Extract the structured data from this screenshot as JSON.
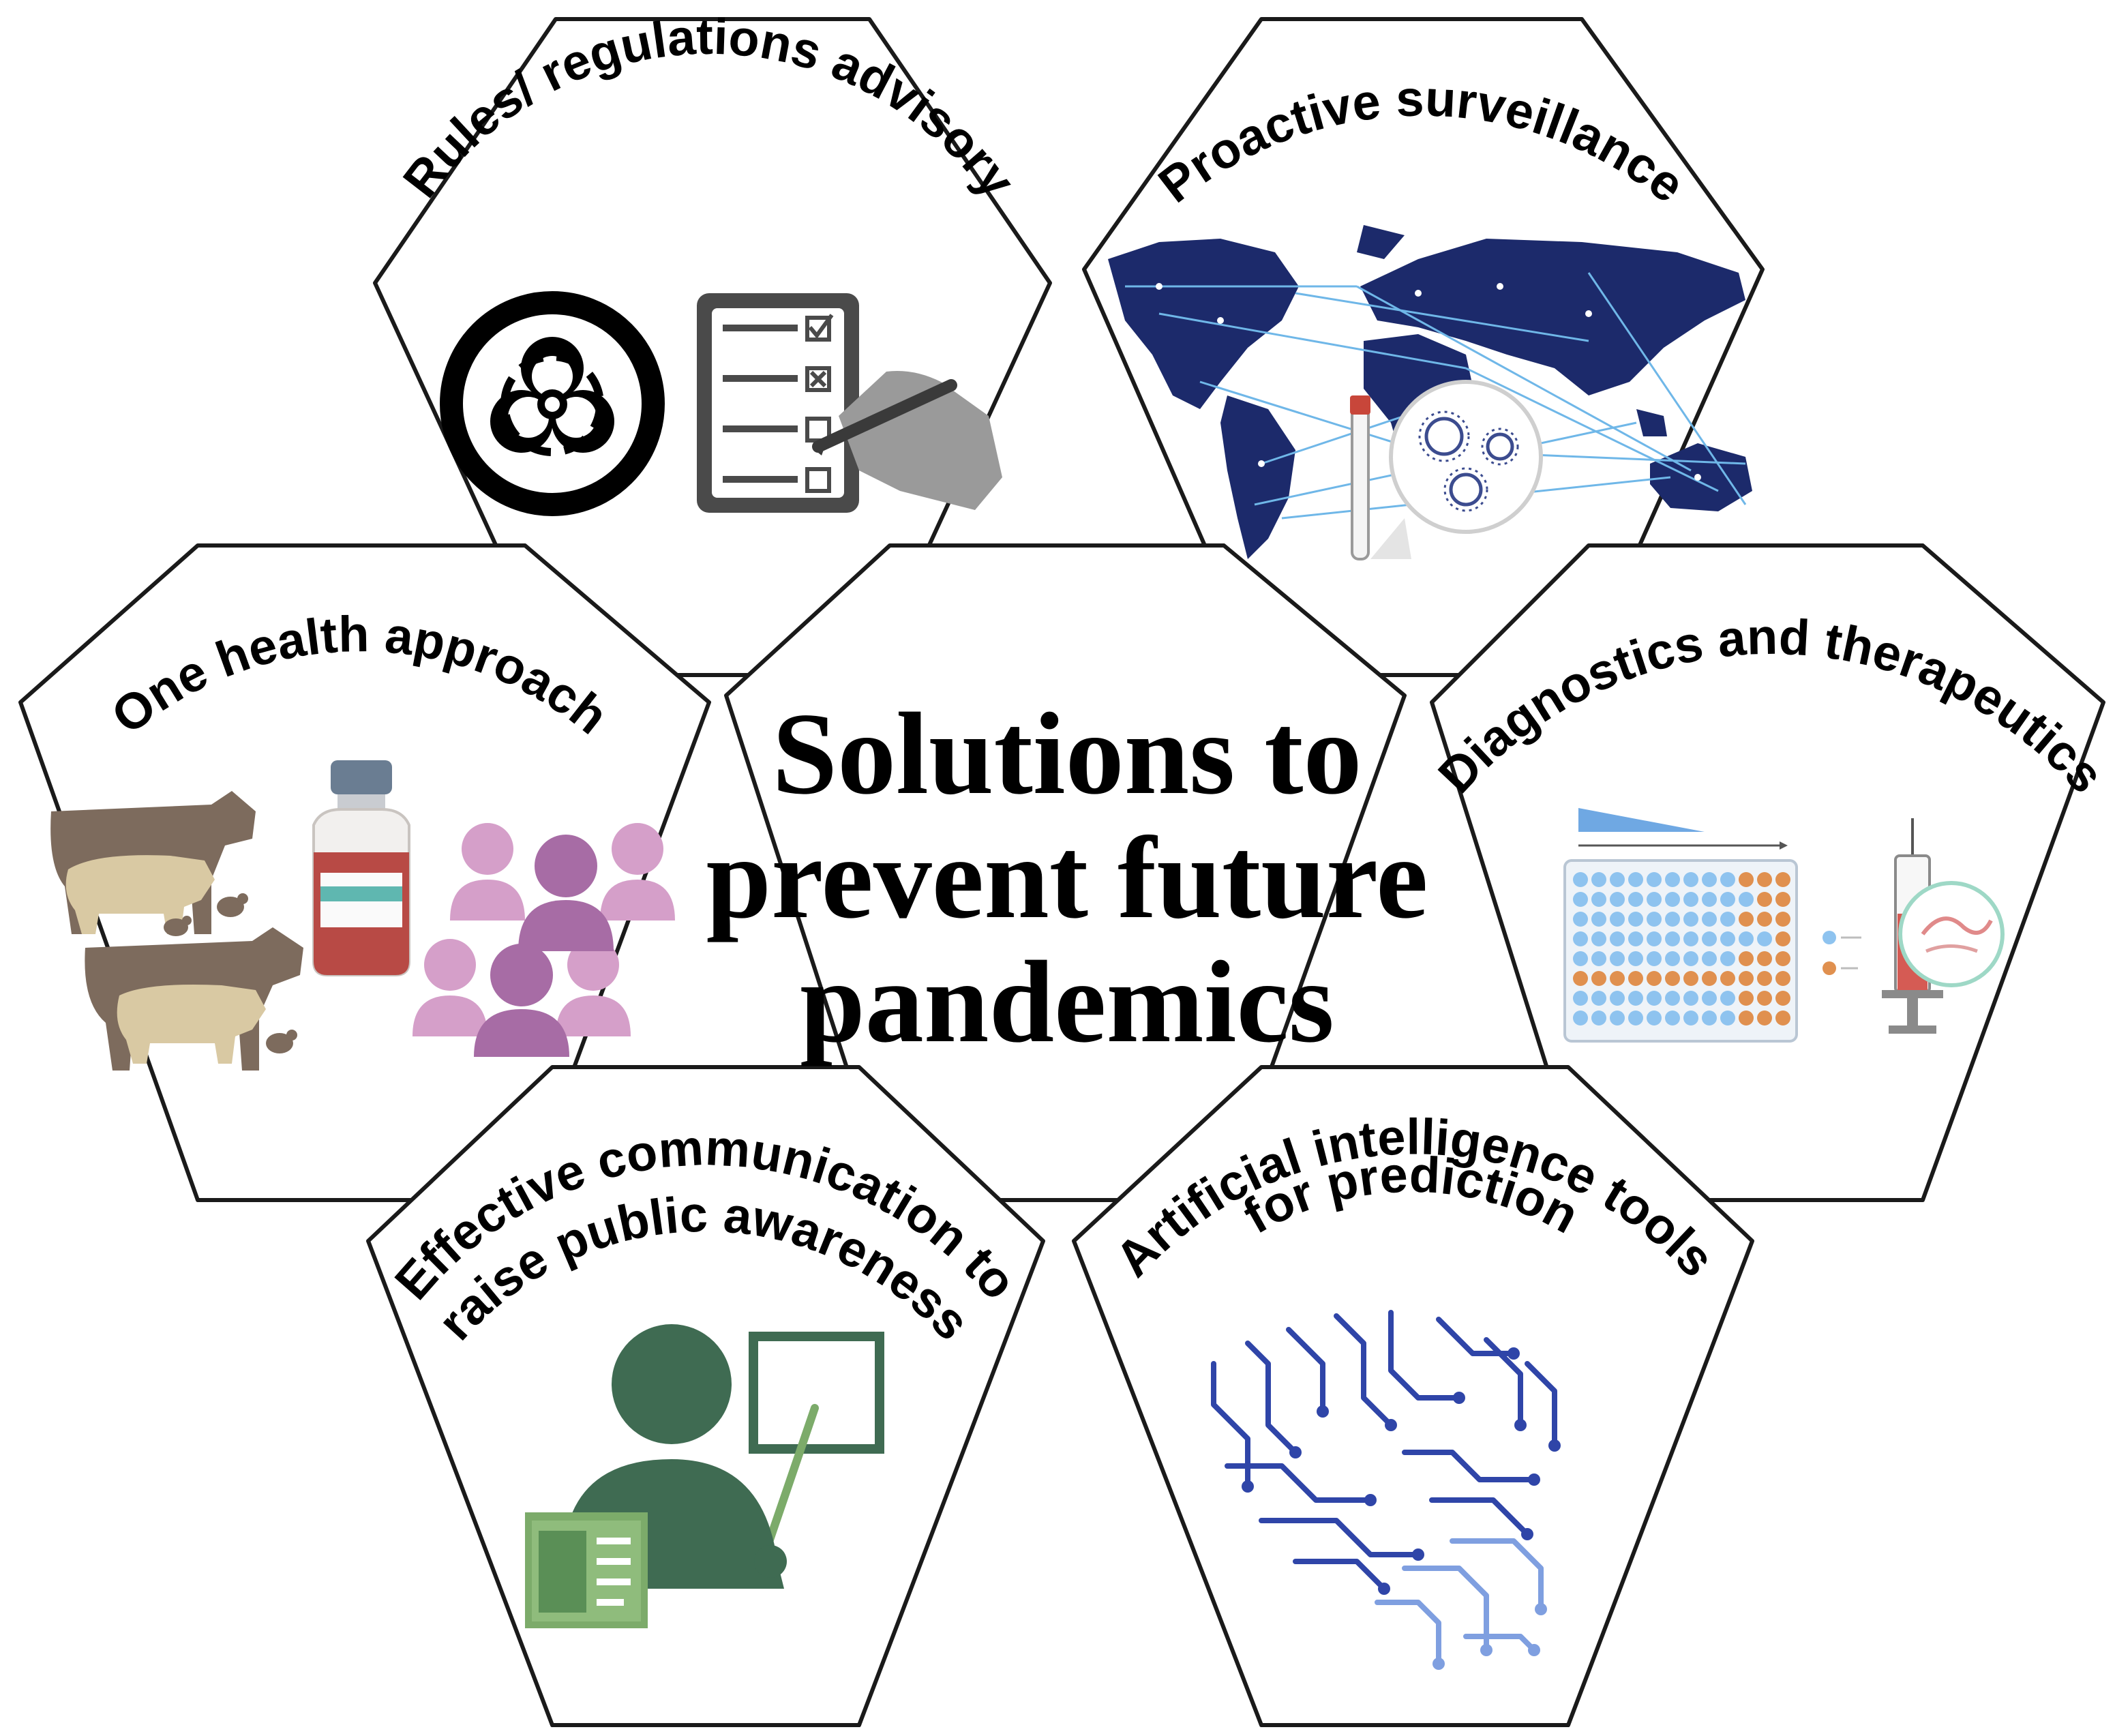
{
  "center": {
    "lines": [
      "Solutions to",
      "prevent future",
      "pandemics"
    ]
  },
  "panels": {
    "rules": {
      "title": "Rules/ regulations advisory",
      "icons": [
        "biohazard-icon",
        "checklist-icon",
        "writing-hand-icon"
      ]
    },
    "surveillance": {
      "title": "Proactive surveillance",
      "icons": [
        "world-network-map-icon",
        "test-tube-icon",
        "virus-magnifier-icon"
      ]
    },
    "one_health": {
      "title": "One health approach",
      "icons": [
        "cow-icon",
        "pig-icon",
        "chicken-icon",
        "vaccine-vial-icon",
        "people-group-icon"
      ]
    },
    "diagnostics": {
      "title": "Diagnostics and therapeutics",
      "icons": [
        "well-plate-icon",
        "syringe-icon",
        "petri-dish-icon"
      ]
    },
    "communication": {
      "title_line1": "Effective communication to",
      "title_line2": "raise public awareness",
      "icons": [
        "presenter-icon",
        "board-icon",
        "document-icon"
      ]
    },
    "ai": {
      "title_line1": "Artificial intelligence tools",
      "title_line2": "for prediction",
      "icons": [
        "circuit-brain-icon"
      ]
    }
  },
  "colors": {
    "outline": "#1a1a1a",
    "map_navy": "#1c2a6b",
    "network_line": "#6fb7e8",
    "animal_brown": "#7d6b5d",
    "animal_tan": "#d9c9a3",
    "people_pink": "#d59fc9",
    "people_purple": "#a76ca5",
    "vial_red": "#b84a45",
    "vial_teal": "#5fb7b0",
    "plate_blue": "#8ec3ef",
    "plate_orange": "#e0904f",
    "teacher_green": "#3f6b52",
    "doc_green": "#7cab6a",
    "brain_blue": "#2f45a8",
    "brain_light": "#7f9fe0",
    "icon_grey": "#444444"
  }
}
